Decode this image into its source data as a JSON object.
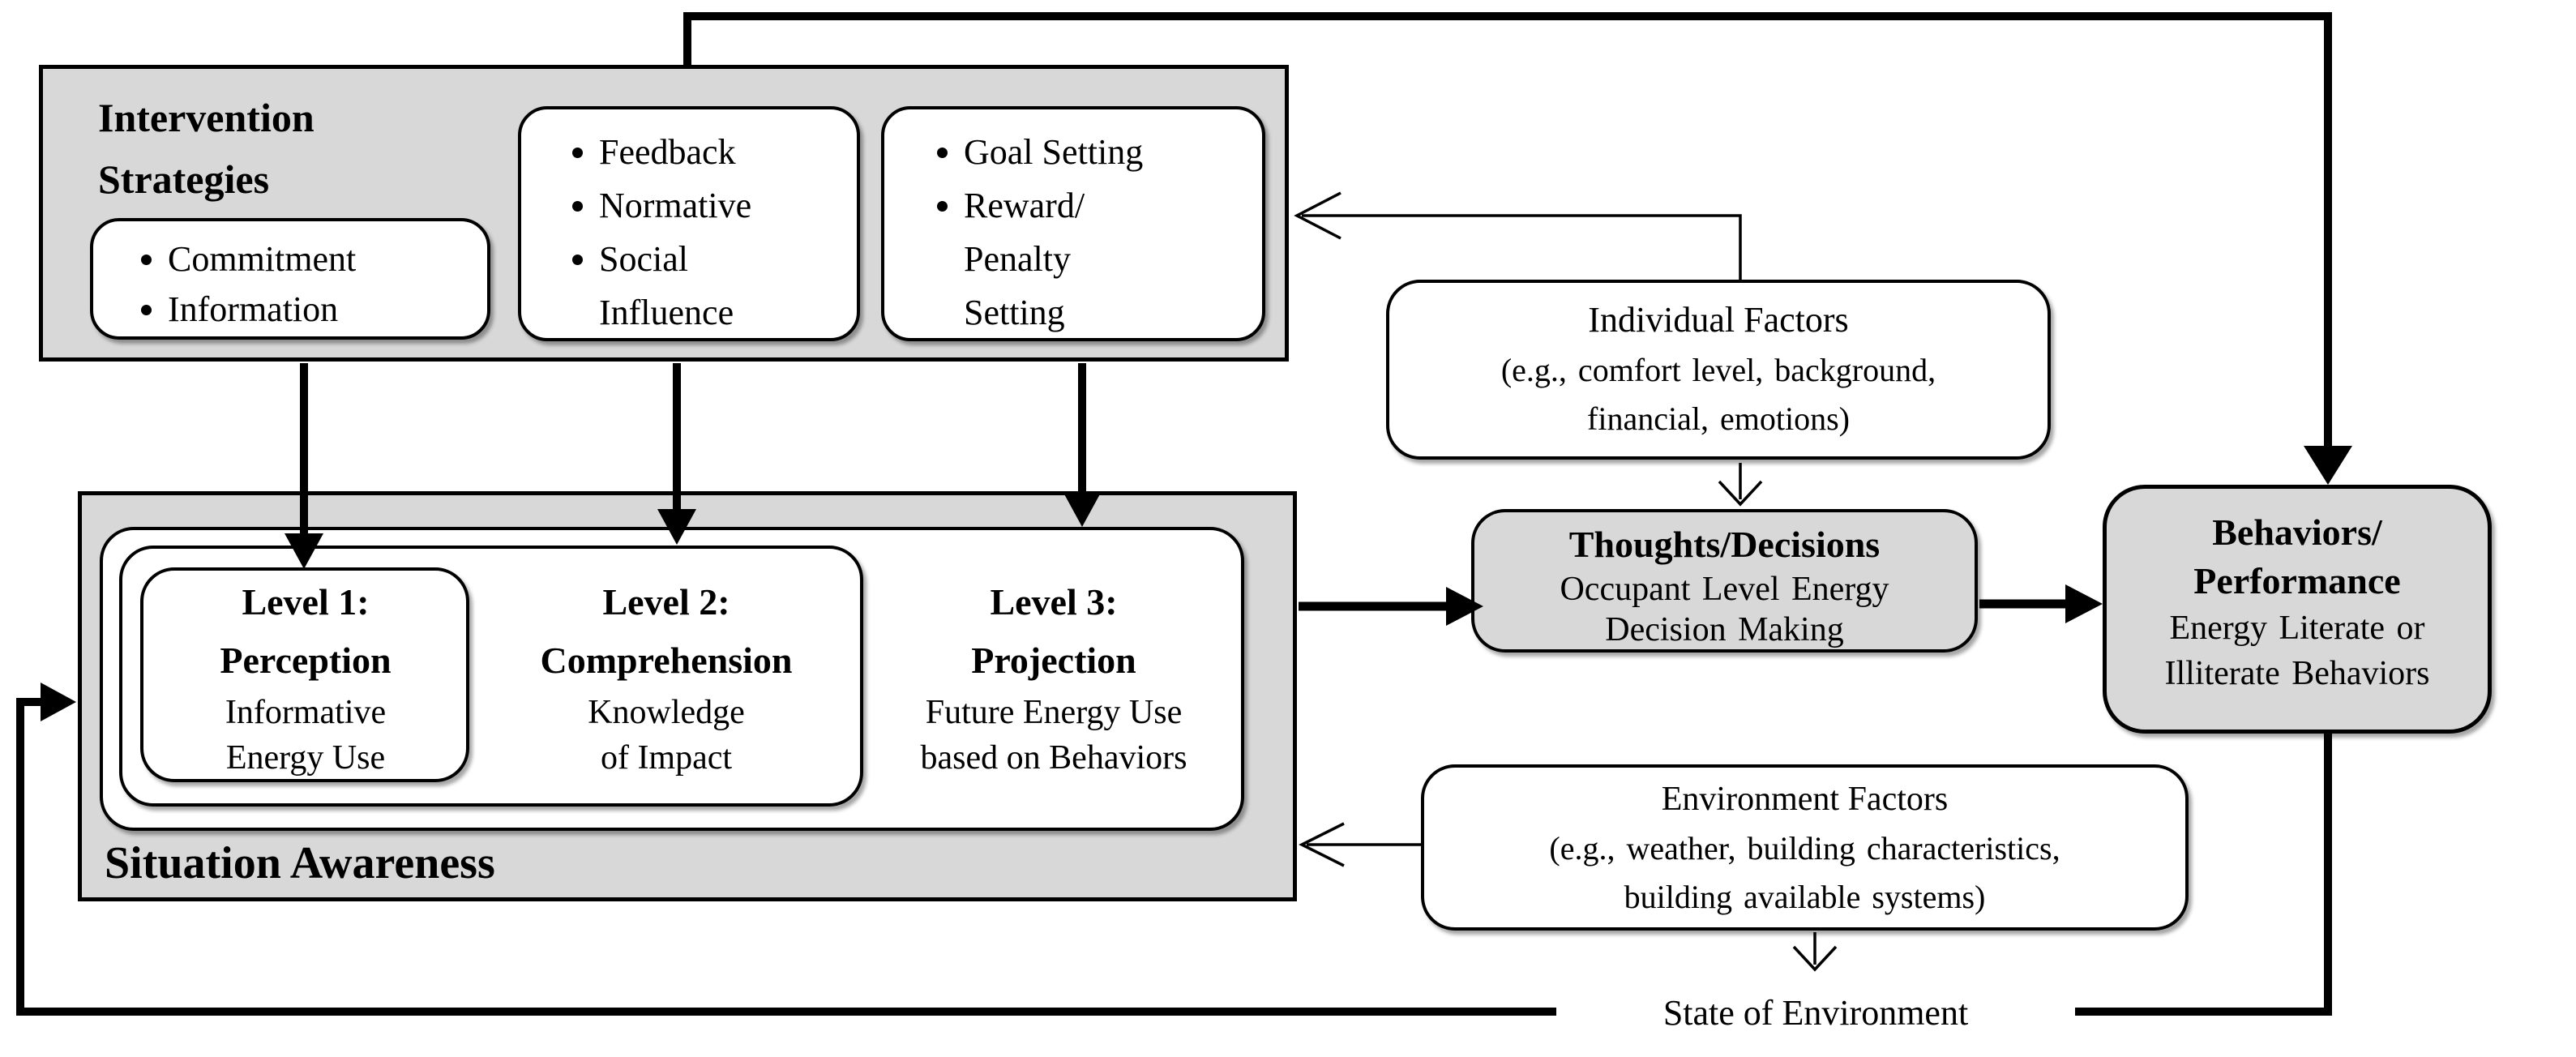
{
  "intervention": {
    "title": [
      "Intervention",
      "Strategies"
    ],
    "commitment_group": [
      "Commitment",
      "Information"
    ],
    "feedback_group": [
      "Feedback",
      "Normative",
      "Social Influence"
    ],
    "goal_group": [
      "Goal Setting",
      "Reward/ Penalty Setting"
    ]
  },
  "situation_awareness": {
    "label": "Situation Awareness",
    "levels": [
      {
        "title": "Level 1:",
        "name": "Perception",
        "desc": [
          "Informative",
          "Energy Use"
        ]
      },
      {
        "title": "Level 2:",
        "name": "Comprehension",
        "desc": [
          "Knowledge",
          "of Impact"
        ]
      },
      {
        "title": "Level 3:",
        "name": "Projection",
        "desc": [
          "Future Energy Use",
          "based on Behaviors"
        ]
      }
    ]
  },
  "individual_factors": {
    "title": "Individual Factors",
    "details": [
      "(e.g., comfort level, background,",
      "financial, emotions)"
    ]
  },
  "thoughts_decisions": {
    "title": "Thoughts/Decisions",
    "desc": [
      "Occupant Level Energy",
      "Decision Making"
    ]
  },
  "behaviors_performance": {
    "title": [
      "Behaviors/",
      "Performance"
    ],
    "desc": [
      "Energy Literate or",
      "Illiterate Behaviors"
    ]
  },
  "environment_factors": {
    "title": "Environment Factors",
    "details": [
      "(e.g., weather, building characteristics,",
      "building available systems)"
    ]
  },
  "state_of_environment": "State of Environment",
  "colors": {
    "gray_fill": "#d8d8d8",
    "white_fill": "#ffffff",
    "line": "#000000"
  }
}
